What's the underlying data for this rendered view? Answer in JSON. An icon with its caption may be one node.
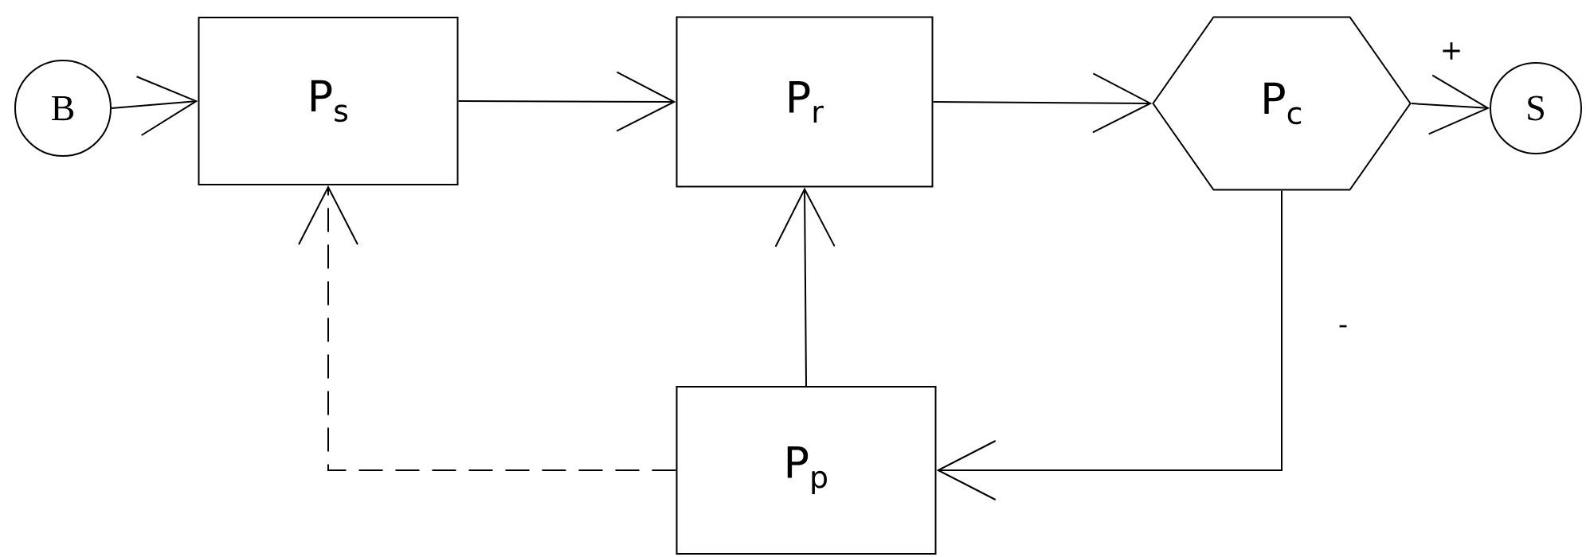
{
  "diagram": {
    "nodes": [
      {
        "text": [
          "B"
        ]
      },
      {
        "text": [
          "P$_{s}$"
        ]
      },
      {
        "text": [
          "P$_{r}$"
        ]
      },
      {
        "text": [
          "P$_{c}$"
        ]
      },
      {
        "text": [
          "S"
        ]
      },
      {
        "text": [
          "P$_{p}$"
        ]
      }
    ],
    "edges": [
      {
        "from": 0,
        "to": 1,
        "arrow": "to"
      },
      {
        "from": 1,
        "to": 2,
        "arrow": "to"
      },
      {
        "from": 2,
        "to": 3,
        "arrow": "to"
      },
      {
        "from": 3,
        "to": 4,
        "arrow": "to",
        "label": "+"
      },
      {
        "from": 3,
        "to": 5,
        "arrow": "to",
        "label": "-"
      },
      {
        "from": 5,
        "to": 2,
        "arrow": "to"
      },
      {
        "from": 5,
        "to": 1,
        "arrow": "to",
        "style": "dashed"
      }
    ]
  }
}
